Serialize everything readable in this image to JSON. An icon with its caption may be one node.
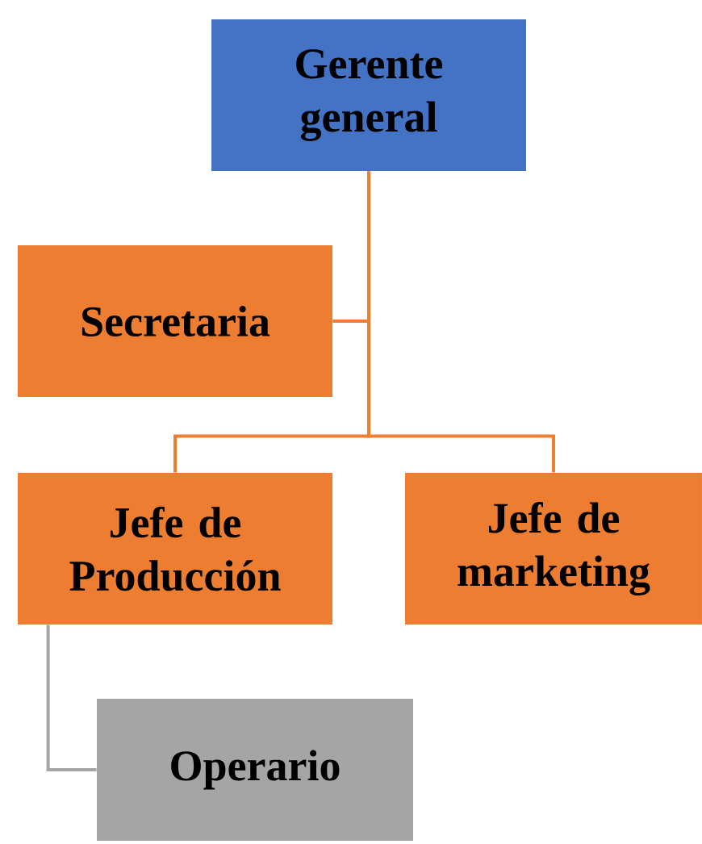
{
  "diagram": {
    "nodes": [
      {
        "text": [
          "Gerente general"
        ]
      },
      {
        "text": [
          "Secretaria"
        ]
      },
      {
        "text": [
          "Jefe de Producción"
        ]
      },
      {
        "text": [
          "Jefe de marketing"
        ]
      },
      {
        "text": [
          "Operario"
        ]
      }
    ],
    "edges": [
      {
        "from": 0,
        "to": 1,
        "arrow": "none"
      },
      {
        "from": 0,
        "to": 2,
        "arrow": "none"
      },
      {
        "from": 0,
        "to": 3,
        "arrow": "none"
      },
      {
        "from": 2,
        "to": 4,
        "arrow": "none",
        "color": "#a5a5a5"
      }
    ]
  }
}
